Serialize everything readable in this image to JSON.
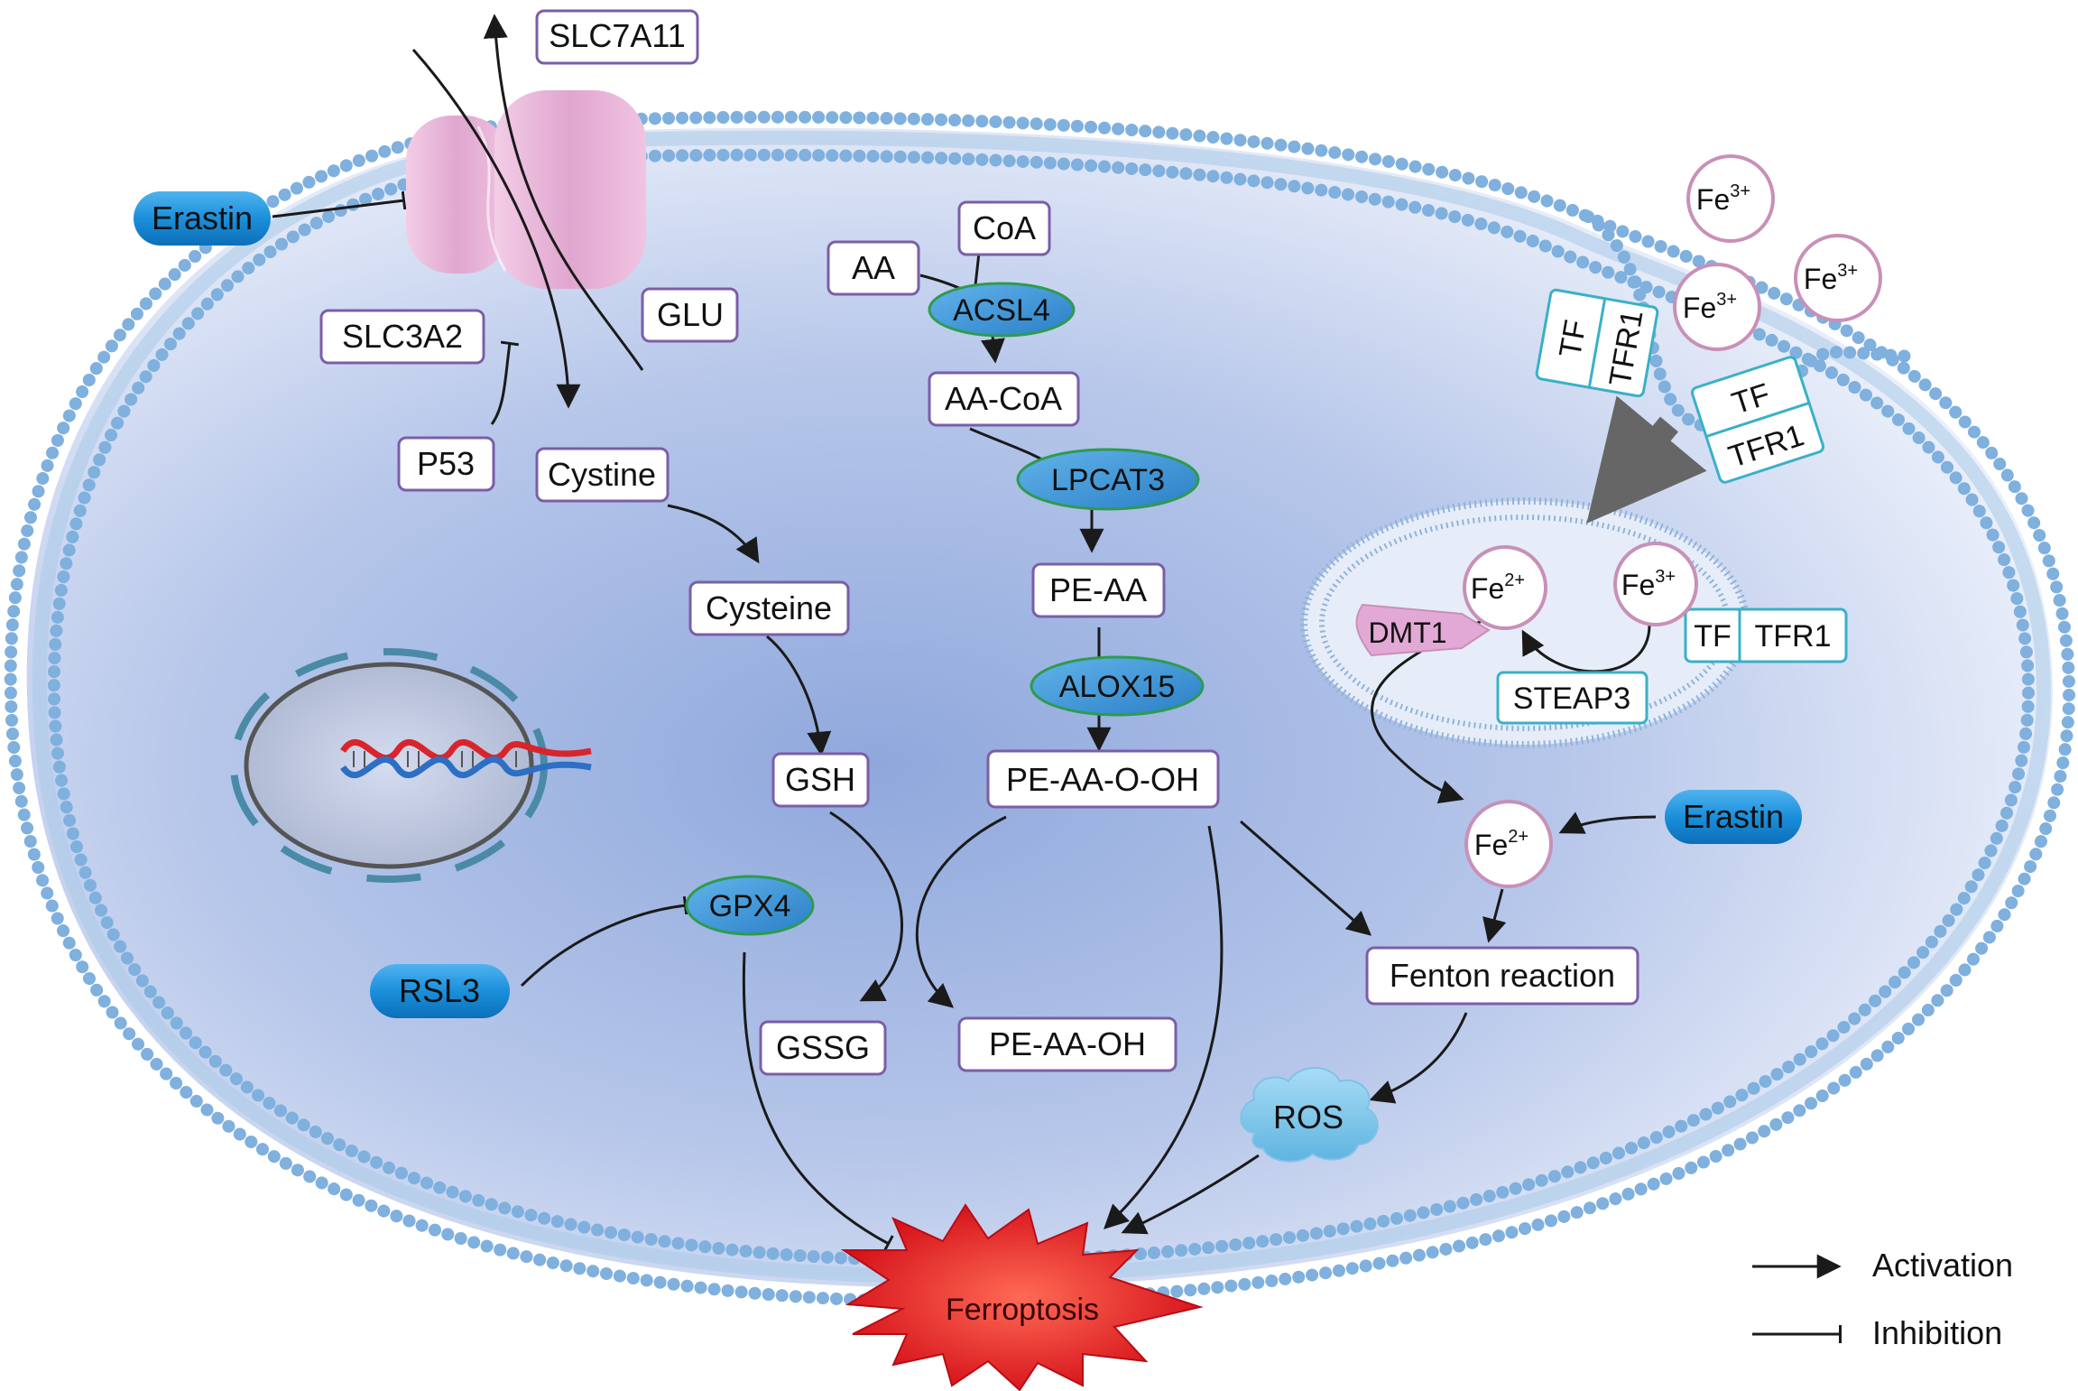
{
  "nodes": {
    "slc7a11": "SLC7A11",
    "slc3a2": "SLC3A2",
    "glu": "GLU",
    "p53": "P53",
    "cystine": "Cystine",
    "cysteine": "Cysteine",
    "gsh": "GSH",
    "gssg": "GSSG",
    "aa": "AA",
    "coa": "CoA",
    "aa_coa": "AA-CoA",
    "pe_aa": "PE-AA",
    "pe_aa_o_oh": "PE-AA-O-OH",
    "pe_aa_oh": "PE-AA-OH",
    "fenton": "Fenton reaction",
    "steap3": "STEAP3",
    "dmt1": "DMT1",
    "ros": "ROS",
    "ferroptosis": "Ferroptosis"
  },
  "enzymes": {
    "acsl4": "ACSL4",
    "lpcat3": "LPCAT3",
    "alox15": "ALOX15",
    "gpx4": "GPX4"
  },
  "inhibitors": {
    "erastin_top": "Erastin",
    "erastin_right": "Erastin",
    "rsl3": "RSL3"
  },
  "iron": {
    "fe_symbol": "Fe",
    "fe3_charge": "3+",
    "fe2_charge": "2+"
  },
  "receptors": {
    "tf": "TF",
    "tfr1": "TFR1"
  },
  "legend": {
    "activation": "Activation",
    "inhibition": "Inhibition"
  },
  "colors": {
    "node_border": "#7b5ea7",
    "enzyme_fill": "#3b8fd1",
    "enzyme_border": "#2e9b4e",
    "inhibitor_fill": "#1a8fd8",
    "membrane": "#8ab4dc",
    "fe_border": "#c890b8",
    "receptor_border": "#3ab0c8",
    "ferroptosis": "#e31e24",
    "transporter": "#e8b4d8"
  }
}
